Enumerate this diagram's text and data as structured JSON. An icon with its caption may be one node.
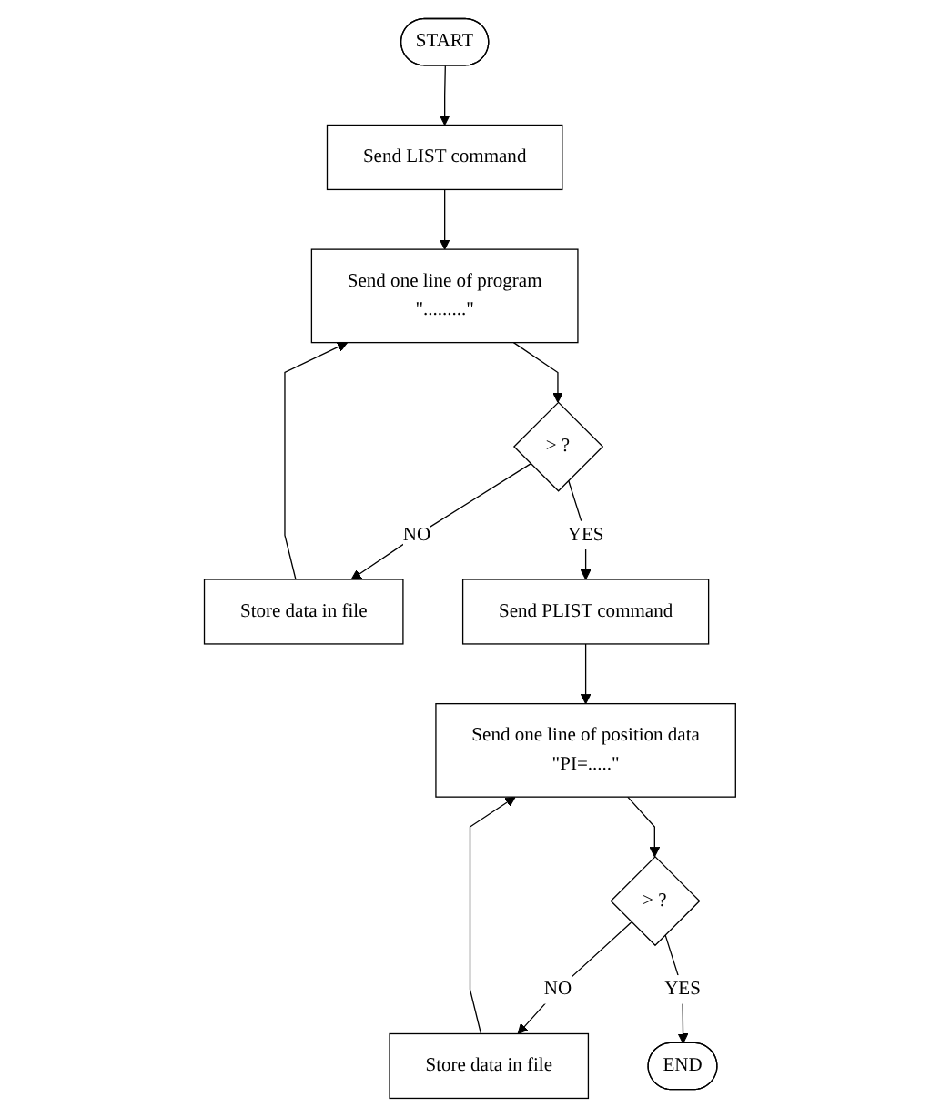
{
  "diagram": {
    "nodes": [
      {
        "text": [
          "START"
        ]
      },
      {
        "text": [
          "Send LIST command"
        ]
      },
      {
        "text": [
          "Send one line of program",
          "\".........\""
        ]
      },
      {
        "text": [
          "> ?"
        ]
      },
      {
        "text": [
          "Store data in file"
        ]
      },
      {
        "text": [
          "Send PLIST command"
        ]
      },
      {
        "text": [
          "Send one line of position data",
          "\"PI=.....\""
        ]
      },
      {
        "text": [
          "> ?"
        ]
      },
      {
        "text": [
          "Store data in file"
        ]
      },
      {
        "text": [
          "END"
        ]
      }
    ],
    "edges": [
      {
        "from": 0,
        "to": 1,
        "arrow": "to"
      },
      {
        "from": 1,
        "to": 2,
        "arrow": "to"
      },
      {
        "from": 2,
        "to": 3,
        "arrow": "to"
      },
      {
        "from": 3,
        "to": 4,
        "arrow": "to",
        "label": "NO"
      },
      {
        "from": 3,
        "to": 5,
        "arrow": "to",
        "label": "YES"
      },
      {
        "from": 4,
        "to": 2,
        "arrow": "to"
      },
      {
        "from": 5,
        "to": 6,
        "arrow": "to"
      },
      {
        "from": 6,
        "to": 7,
        "arrow": "to"
      },
      {
        "from": 7,
        "to": 8,
        "arrow": "to",
        "label": "NO"
      },
      {
        "from": 7,
        "to": 9,
        "arrow": "to",
        "label": "YES"
      },
      {
        "from": 8,
        "to": 6,
        "arrow": "to"
      }
    ]
  }
}
